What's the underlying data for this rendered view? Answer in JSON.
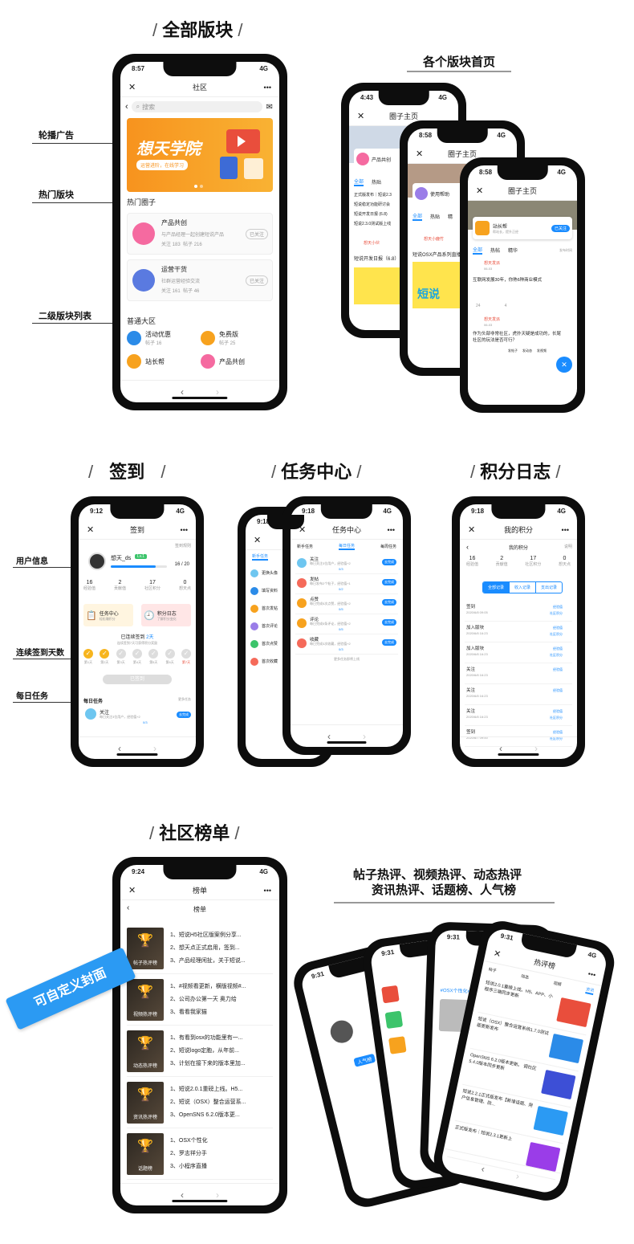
{
  "sections": {
    "all_boards": "全部版块",
    "board_home": "各个版块首页",
    "signin": "签到",
    "task_center": "任务中心",
    "points_log": "积分日志",
    "rankings": "社区榜单",
    "hot_lists_line1": "帖子热评、视频热评、动态热评",
    "hot_lists_line2": "资讯热评、话题榜、人气榜"
  },
  "annotations": {
    "carousel": "轮播广告",
    "hot_boards": "热门版块",
    "sub_boards": "二级版块列表",
    "user_info": "用户信息",
    "streak": "连续签到天数",
    "daily_tasks": "每日任务",
    "custom_cover": "可自定义封面"
  },
  "colors": {
    "accent": "#1a8cff",
    "banner": "#f7931e",
    "tag_blue": "#2b8be8"
  },
  "community": {
    "time": "8:57",
    "signal": "4G",
    "title": "社区",
    "search_placeholder": "搜索",
    "banner_title": "想天学院",
    "banner_sub": "运营进阶，在线学习",
    "hot_header": "热门圈子",
    "hot_items": [
      {
        "name": "产品共创",
        "desc": "与产品经理一起创建短说产品",
        "follow": "关注 183",
        "posts": "帖子 216",
        "btn": "已关注"
      },
      {
        "name": "运营干货",
        "desc": "社群运营经验交流",
        "follow": "关注 161",
        "posts": "帖子 46",
        "btn": "已关注"
      }
    ],
    "general_header": "普通大区",
    "general_items": [
      {
        "name": "活动优惠",
        "posts": "帖子 16"
      },
      {
        "name": "免费版",
        "posts": "帖子 25"
      },
      {
        "name": "站长帮",
        "posts": ""
      },
      {
        "name": "产品共创",
        "posts": ""
      }
    ]
  },
  "board_home": {
    "phone1": {
      "time": "4:43",
      "title": "圈子主页",
      "board": "产品共创",
      "tabs": [
        "全部",
        "热贴"
      ],
      "posts": [
        "正式版发布｜短说2.3",
        "短说稳定功能研讨会",
        "短说开发日报 (6.8)",
        "短说2.3.0测试版上线"
      ],
      "user": "想天小伙",
      "content": "短说开发日报（6.8）"
    },
    "phone2": {
      "time": "8:58",
      "title": "圈子主页",
      "board": "使用帮助",
      "tabs": [
        "全部",
        "热贴",
        "精"
      ],
      "user": "想天小鹿竹",
      "content": "短说OSX产品系列直播",
      "banner_word": "短说"
    },
    "phone3": {
      "time": "8:58",
      "title": "圈子主页",
      "board": "站长帮",
      "board_sub": "帮站长，提升正经",
      "follow_btn": "已关注",
      "tabs": [
        "全部",
        "热帖",
        "精华"
      ],
      "sort": "发布时间",
      "posts": [
        {
          "user": "想天发派",
          "title": "互联网发展30年，你熟6种商业模式",
          "date": "06-03",
          "likes": "24",
          "comments": "4"
        },
        {
          "user": "想天发派",
          "title": "作为头部非常社区，虎扑天疑是成功的，长尾社区的玩法是否可行？",
          "date": "06-03"
        }
      ],
      "actions": [
        "发帖子",
        "发动态",
        "发视频"
      ]
    }
  },
  "signin": {
    "time": "9:12",
    "title": "签到",
    "rules": "签到规则",
    "username": "想天_ds",
    "level": "Lv.1",
    "progress": "16 / 20",
    "progress_fraction": 0.8,
    "stats": [
      {
        "v": "16",
        "k": "经验值"
      },
      {
        "v": "2",
        "k": "贡献值"
      },
      {
        "v": "17",
        "k": "社区积分"
      },
      {
        "v": "0",
        "k": "想天点"
      }
    ],
    "task_card": "任务中心",
    "task_sub": "轻松赚积分",
    "log_card": "积分日志",
    "log_sub": "了解积分变化",
    "streak_text": "已连续签到",
    "streak_days": "2天",
    "streak_hint": "连续签到7天可获得积分奖励",
    "days": [
      "第1天",
      "第2天",
      "第3天",
      "第4天",
      "第5天",
      "第6天",
      "第7天"
    ],
    "signed_btn": "已签到",
    "daily_header": "每日任务",
    "more": "更多任务",
    "task": {
      "name": "关注",
      "desc": "每日关注3位用户，经验值+2",
      "progress": "0/3",
      "btn": "去完成"
    }
  },
  "task_center": {
    "time": "9:18",
    "title": "任务中心",
    "tabs": [
      "新手任务",
      "每日任务",
      "每周任务"
    ],
    "back_tab": "新手任务",
    "back_items": [
      "更换头像",
      "填写资料",
      "首次发帖",
      "首次评论",
      "首次点赞",
      "首次收藏"
    ],
    "items": [
      {
        "name": "关注",
        "desc": "每日关注3位用户，经验值+2",
        "prog": "0/3",
        "btn": "去完成"
      },
      {
        "name": "发帖",
        "desc": "每日发布2个帖子，经验值+1",
        "prog": "0/2",
        "btn": "去完成"
      },
      {
        "name": "点赞",
        "desc": "每日完成5次点赞，经验值+2",
        "prog": "0/5",
        "btn": "去完成"
      },
      {
        "name": "评论",
        "desc": "每日完成5条评论，经验值+2",
        "prog": "0/5",
        "btn": "去完成"
      },
      {
        "name": "收藏",
        "desc": "每日完成3次收藏，经验值+2",
        "prog": "0/3",
        "btn": "去完成"
      }
    ],
    "footer": "更多任务即将上线"
  },
  "points": {
    "time": "9:18",
    "title": "我的积分",
    "subtitle": "我的积分",
    "rules": "说明",
    "stats": [
      {
        "v": "16",
        "k": "经验值"
      },
      {
        "v": "2",
        "k": "贡献值"
      },
      {
        "v": "17",
        "k": "社区积分"
      },
      {
        "v": "0",
        "k": "想天点"
      }
    ],
    "tabs": [
      "全部记录",
      "收入记录",
      "支出记录"
    ],
    "records": [
      {
        "name": "签到",
        "date": "2020/6/8 09:05",
        "a": "经验值",
        "b": "社区积分"
      },
      {
        "name": "加入版块",
        "date": "2020/6/8 16:23",
        "a": "经验值",
        "b": "社区积分"
      },
      {
        "name": "加入版块",
        "date": "2020/6/8 16:23",
        "a": "经验值",
        "b": "社区积分"
      },
      {
        "name": "关注",
        "date": "2020/6/8 16:23",
        "a": "经验值",
        "b": ""
      },
      {
        "name": "关注",
        "date": "2020/6/8 16:23",
        "a": "经验值",
        "b": ""
      },
      {
        "name": "关注",
        "date": "2020/6/8 16:23",
        "a": "经验值",
        "b": "社区积分"
      },
      {
        "name": "签到",
        "date": "2020/6/7 09:00",
        "a": "经验值",
        "b": "社区积分"
      }
    ]
  },
  "rank": {
    "time": "9:24",
    "title": "榜单",
    "subtitle": "榜单",
    "groups": [
      {
        "cover": "帖子热评榜",
        "items": [
          "1、短说H5社区版案例分享...",
          "2、想天点正式启用，签到...",
          "3、产品经理闲扯，关于短说..."
        ]
      },
      {
        "cover": "视频热评榜",
        "items": [
          "1、#视频看更新，横版视频#...",
          "2、公司办公第一天 奥力给",
          "3、看看我家猫"
        ]
      },
      {
        "cover": "动态热评榜",
        "items": [
          "1、有看到osx的功能里有一...",
          "2、短说logo定胞，从年前...",
          "3、计划在接下来的版本里加..."
        ]
      },
      {
        "cover": "资讯热评榜",
        "items": [
          "1、短说2.0.1重磅上线。H5...",
          "2、短说（OSX）整合运营系...",
          "3、OpenSNS 6.2.0版本更..."
        ]
      },
      {
        "cover": "话题榜",
        "items": [
          "1、OSX个性化",
          "2、罗志祥分手",
          "3、小程序直播"
        ]
      }
    ]
  },
  "hot": {
    "times": [
      "9:31",
      "9:31",
      "9:31",
      "9:31"
    ],
    "front_title": "热评榜",
    "front_tabs": [
      "帖子",
      "动态",
      "视频",
      "资讯"
    ],
    "front_items": [
      "短说2.0.1重磅上线。H5、APP、小程序三端同步更新",
      "短说（OSX）整合运营系统1.7.0测试版更新发布",
      "OpenSNS 6.2.0版本更新。 调社区5.4.0版本同步更新",
      "短说2.2.1正式版发布【新增话题、用户信息管理、防...",
      "正式版发布｜短说2.3.1更新上"
    ],
    "mid_text": "#OSX个性化#",
    "back_text": "人气榜"
  }
}
